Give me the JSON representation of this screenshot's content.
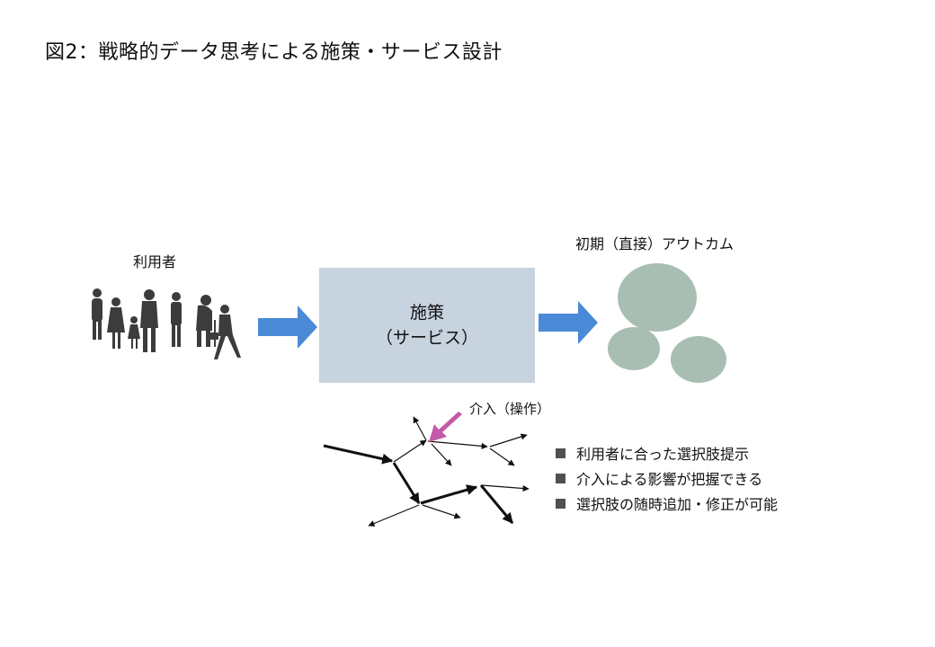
{
  "title": "図2：戦略的データ思考による施策・サービス設計",
  "users": {
    "label": "利用者"
  },
  "policy": {
    "line1": "施策",
    "line2": "（サービス）"
  },
  "outcome": {
    "label": "初期（直接）アウトカム"
  },
  "intervention": {
    "label": "介入（操作）"
  },
  "bullets": [
    "利用者に合った選択肢提示",
    "介入による影響が把握できる",
    "選択肢の随時追加・修正が可能"
  ],
  "colors": {
    "box": "#c7d3df",
    "arrow": "#4a8ad6",
    "outcome_circle": "#a8beb2",
    "intervention_arrow": "#c45aa8",
    "silhouette": "#3c3c3c"
  }
}
